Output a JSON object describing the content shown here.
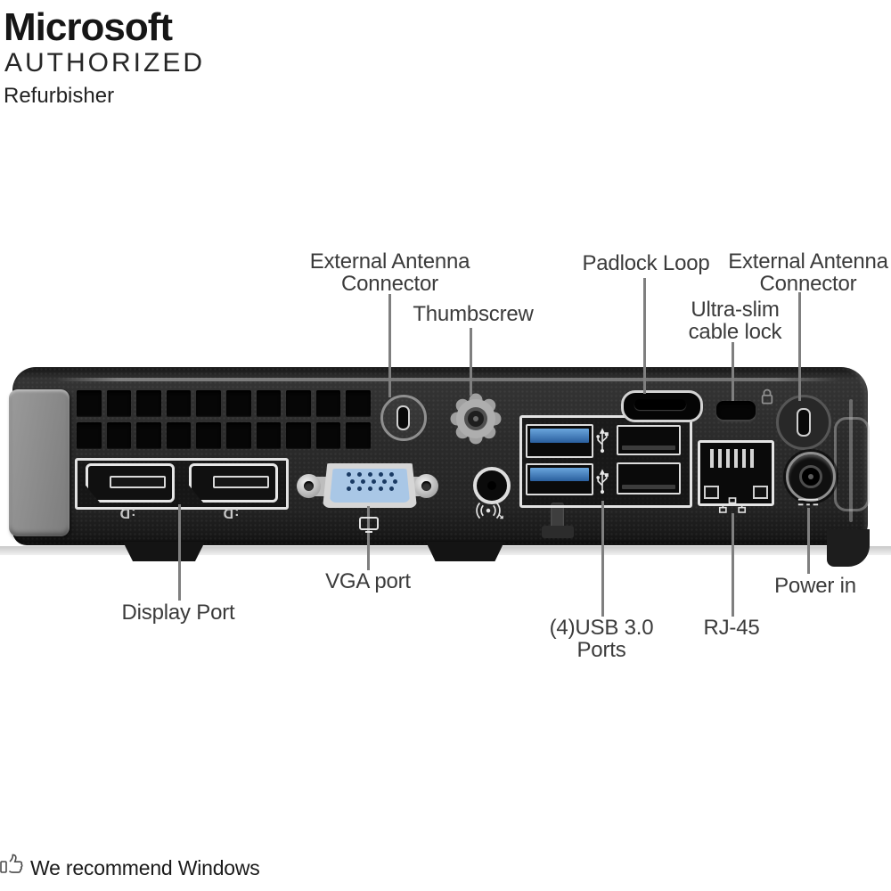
{
  "branding": {
    "microsoft": "Microsoft",
    "authorized": "AUTHORIZED",
    "refurbisher": "Refurbisher"
  },
  "labels": {
    "antenna_left_line1": "External Antenna",
    "antenna_left_line2": "Connector",
    "thumbscrew": "Thumbscrew",
    "padlock_loop": "Padlock Loop",
    "cable_lock_line1": "Ultra-slim",
    "cable_lock_line2": "cable lock",
    "antenna_right_line1": "External Antenna",
    "antenna_right_line2": "Connector",
    "display_port": "Display Port",
    "vga_port": "VGA port",
    "usb_line1": "(4)USB 3.0",
    "usb_line2": "Ports",
    "rj45": "RJ-45",
    "power_in": "Power in"
  },
  "footer": {
    "message": "We recommend Windows",
    "icon": "thumbs-up-windows-icon"
  },
  "device": {
    "description": "Rear panel of ultra-slim mini desktop PC with callout annotations",
    "dp_logo_text": ":D",
    "features": [
      "External Antenna Connector knockout (left)",
      "Thumbscrew",
      "Padlock Loop",
      "Ultra-slim cable lock slot with lock icon",
      "External Antenna Connector knockout (right)",
      "2x DisplayPort",
      "VGA port (blue D-sub 15)",
      "Audio line-out jack",
      "4x USB 3.0 ports (2 blue, 2 black) in outlined group",
      "RJ-45 Ethernet port",
      "DC Power in barrel connector",
      "Ventilation grille, 2 rows x 10 holes",
      "Gray cable clip on left edge"
    ],
    "colors": {
      "chassis": "#262626",
      "usb3_blue": "#2f6cb4",
      "vga_blue": "#a9c7e6",
      "port_outline": "#e6e6e6",
      "label_text": "#3b3b3b",
      "callout_line": "#7f7f7f"
    }
  }
}
